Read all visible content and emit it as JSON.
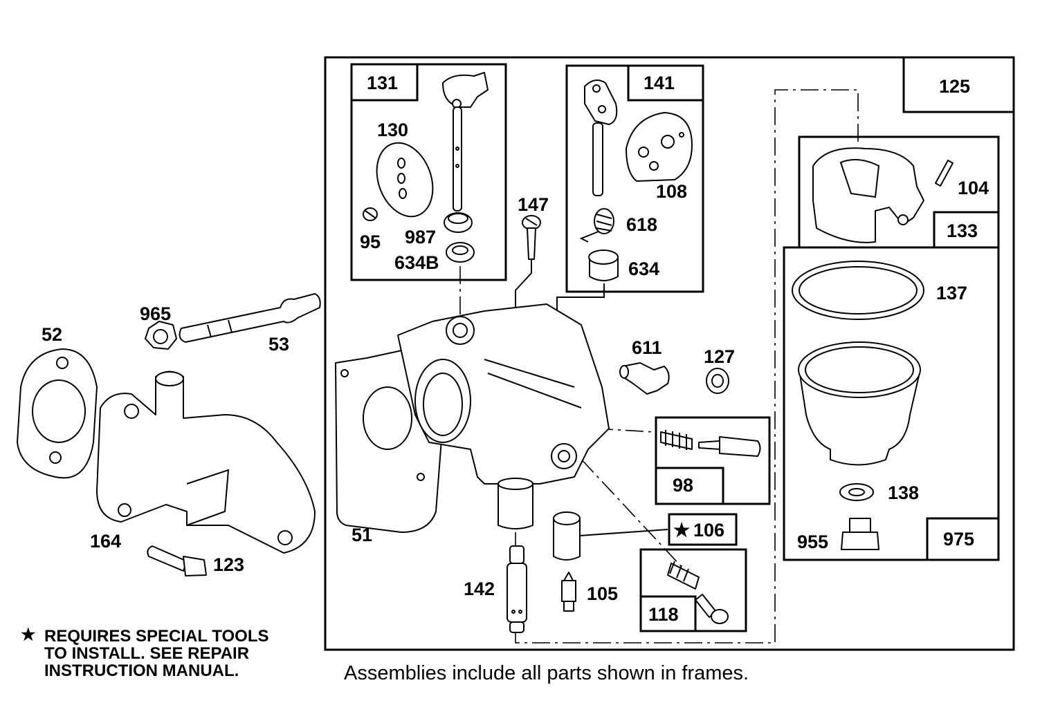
{
  "labels": {
    "p52": "52",
    "p965": "965",
    "p53": "53",
    "p164": "164",
    "p123": "123",
    "p51": "51",
    "p131": "131",
    "p130": "130",
    "p95": "95",
    "p987": "987",
    "p634b": "634B",
    "p147": "147",
    "p141": "141",
    "p108": "108",
    "p618": "618",
    "p634": "634",
    "p611": "611",
    "p127": "127",
    "p98": "98",
    "p106": "106",
    "p118": "118",
    "p142": "142",
    "p105": "105",
    "p125": "125",
    "p104": "104",
    "p133": "133",
    "p137": "137",
    "p138": "138",
    "p955": "955",
    "p975": "975"
  },
  "special_marker": "★",
  "note": {
    "star": "★",
    "lines": [
      "REQUIRES SPECIAL TOOLS",
      "TO INSTALL.  SEE REPAIR",
      "INSTRUCTION MANUAL."
    ]
  },
  "caption": "Assemblies include all parts shown in frames."
}
